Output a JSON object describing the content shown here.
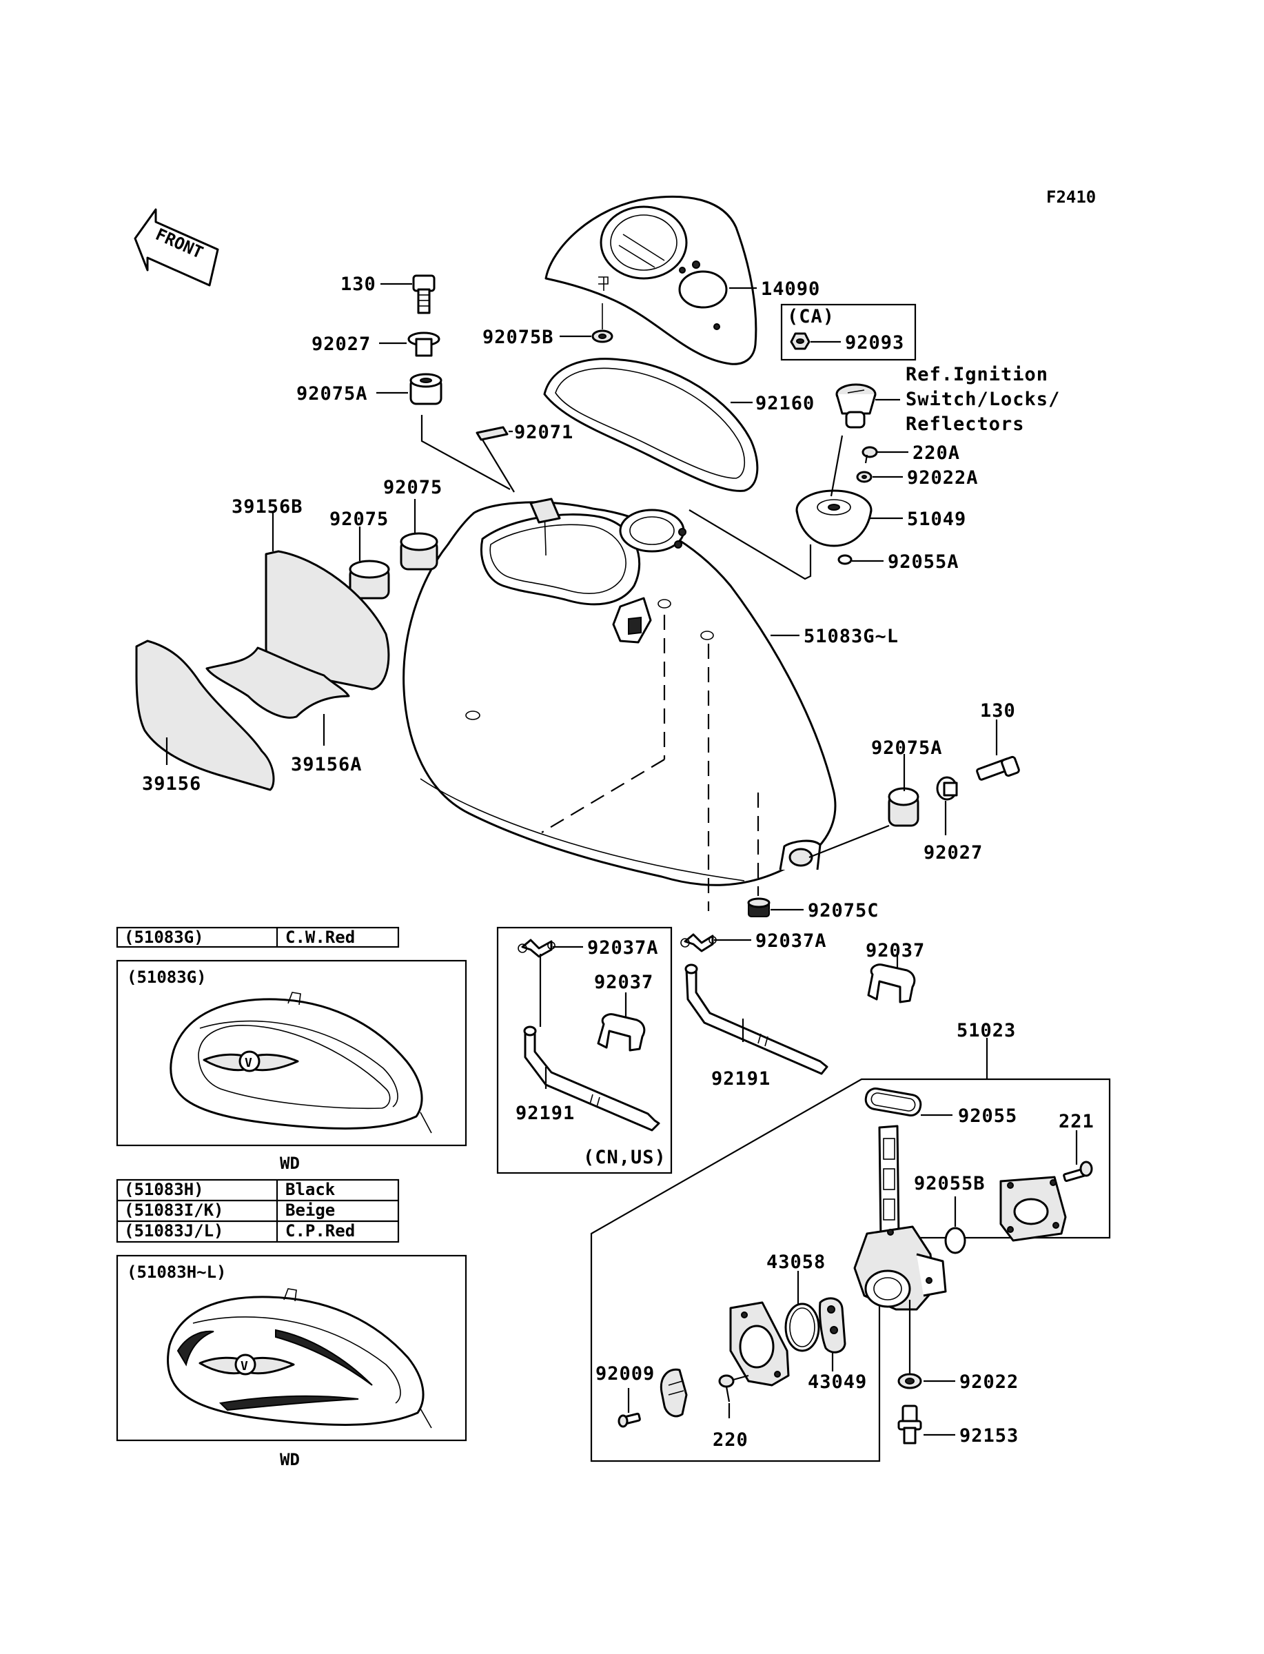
{
  "figure_code": "F2410",
  "front_label": "FRONT",
  "callouts": {
    "c130_top": "130",
    "c92027_top": "92027",
    "c92075a_top": "92075A",
    "c92075b": "92075B",
    "c14090": "14090",
    "c92160": "92160",
    "c92071": "92071",
    "c92075_left": "92075",
    "c92075_right": "92075",
    "c39156b": "39156B",
    "c39156a": "39156A",
    "c39156": "39156",
    "ca_label": "(CA)",
    "c92093": "92093",
    "ref_line1": "Ref.Ignition",
    "ref_line2": "Switch/Locks/",
    "ref_line3": "Reflectors",
    "c220a": "220A",
    "c92022a": "92022A",
    "c51049": "51049",
    "c92055a": "92055A",
    "c51083": "51083G~L",
    "c130_right": "130",
    "c92075a_right": "92075A",
    "c92027_right": "92027",
    "c92075c": "92075C",
    "c92037a_left": "92037A",
    "c92037a_right": "92037A",
    "c92037_box": "92037",
    "c92037_right": "92037",
    "c92191_left": "92191",
    "c92191_right": "92191",
    "cn_us": "(CN,US)",
    "c51023": "51023",
    "c92055": "92055",
    "c221": "221",
    "c92055b": "92055B",
    "c43058": "43058",
    "c43049": "43049",
    "c92009": "92009",
    "c220": "220",
    "c92022": "92022",
    "c92153": "92153"
  },
  "color_table_1": {
    "rows": [
      {
        "code": "(51083G)",
        "color": "C.W.Red"
      }
    ]
  },
  "inset_1": {
    "label": "(51083G)",
    "caption": "WD"
  },
  "color_table_2": {
    "rows": [
      {
        "code": "(51083H)",
        "color": "Black"
      },
      {
        "code": "(51083I/K)",
        "color": "Beige"
      },
      {
        "code": "(51083J/L)",
        "color": "C.P.Red"
      }
    ]
  },
  "inset_2": {
    "label": "(51083H~L)",
    "caption": "WD"
  }
}
